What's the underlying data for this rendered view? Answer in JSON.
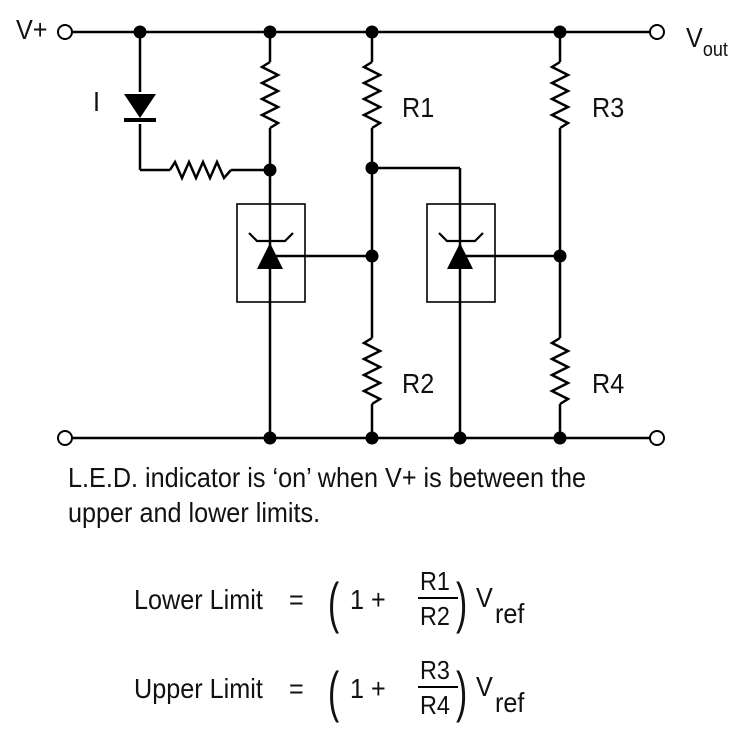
{
  "labels": {
    "vplus": "V+",
    "vout_v": "V",
    "vout_sub": "out",
    "current": "I",
    "r1": "R1",
    "r2": "R2",
    "r3": "R3",
    "r4": "R4"
  },
  "caption": {
    "line1": "L.E.D. indicator is ‘on’ when V+ is between the",
    "line2": "upper and lower limits."
  },
  "formulas": {
    "lower": {
      "label": "Lower Limit",
      "equals": "=",
      "one_plus": "1 +",
      "num": "R1",
      "den": "R2",
      "v": "V",
      "sub": "ref"
    },
    "upper": {
      "label": "Upper Limit",
      "equals": "=",
      "one_plus": "1 +",
      "num": "R3",
      "den": "R4",
      "v": "V",
      "sub": "ref"
    }
  }
}
